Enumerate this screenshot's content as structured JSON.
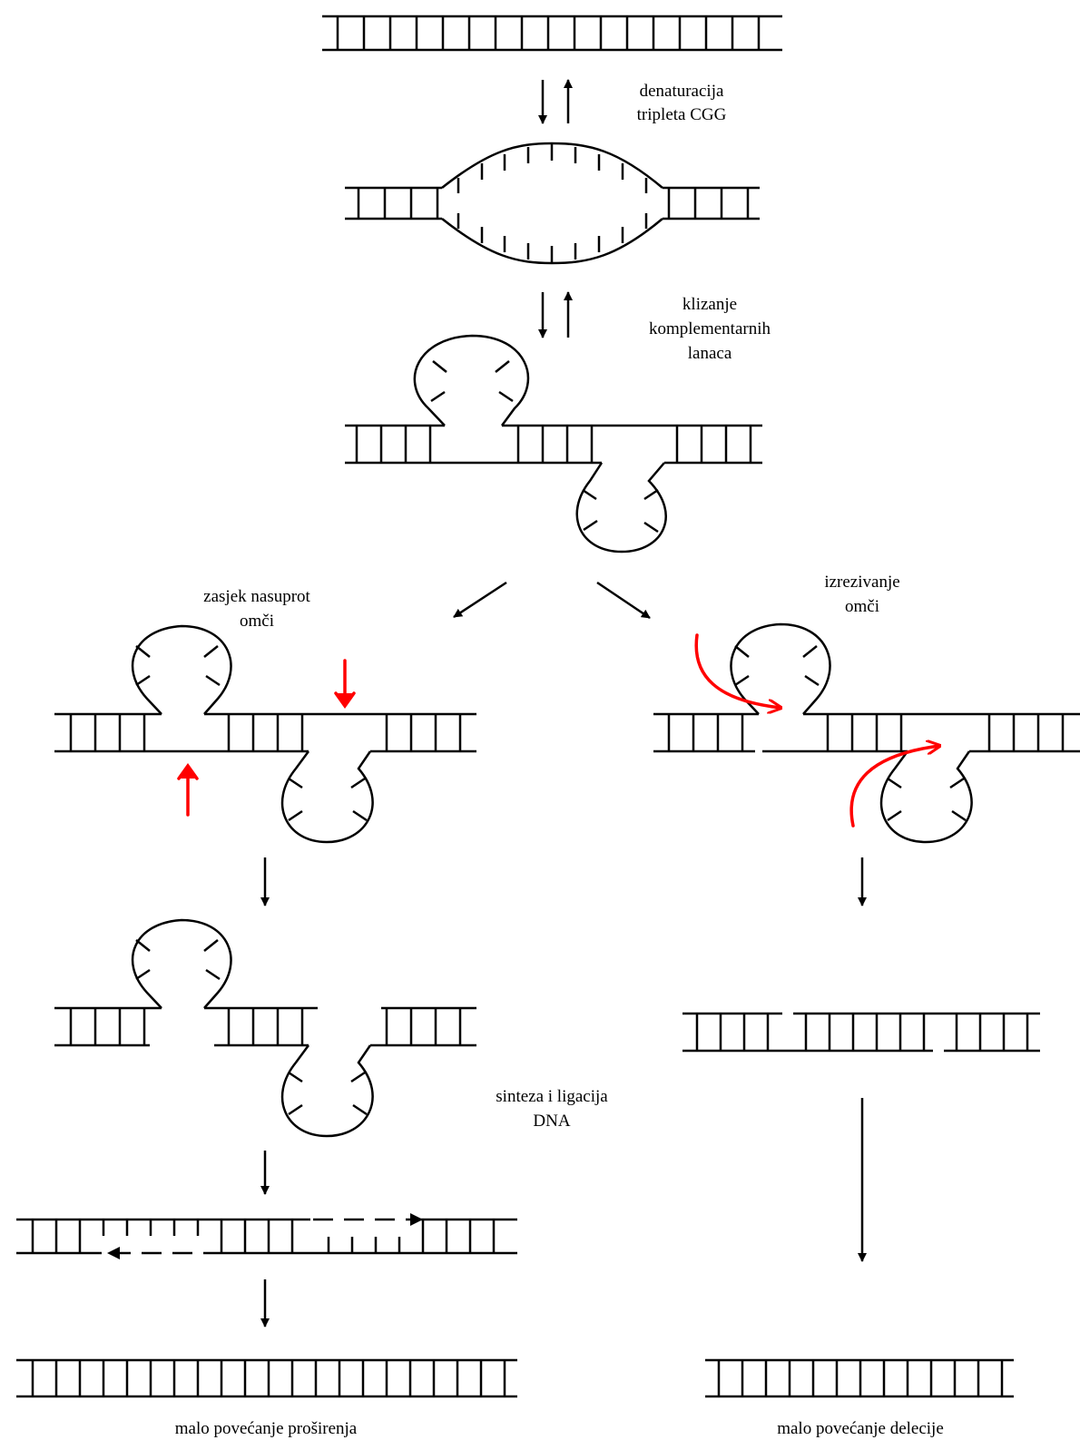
{
  "labels": {
    "denaturation": [
      "denaturacija",
      "tripleta CGG"
    ],
    "slippage": [
      "klizanje",
      "komplementarnih",
      "lanaca"
    ],
    "nick": [
      "zasjek nasuprot",
      "omči"
    ],
    "excision": [
      "izrezivanje",
      "omči"
    ],
    "synthesis": [
      "sinteza i ligacija",
      "DNA"
    ],
    "result_left": "malo povećanje proširenja",
    "result_right": "malo povećanje delecije"
  },
  "colors": {
    "line": "#000000",
    "highlight": "#ff0000",
    "background": "#ffffff"
  }
}
